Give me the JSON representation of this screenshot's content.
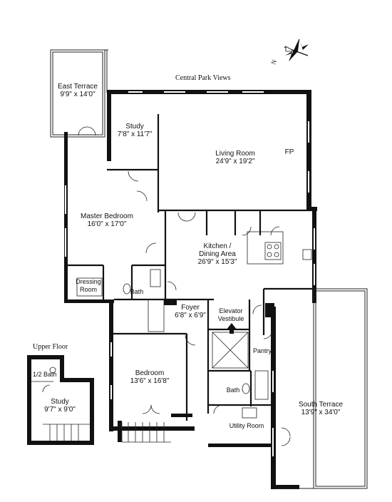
{
  "header": {
    "views_caption": "Central Park Views",
    "compass_letter": "N",
    "upper_floor_caption": "Upper Floor"
  },
  "rooms": {
    "east_terrace": {
      "name": "East Terrace",
      "dims": "9'9\" x 14'0\""
    },
    "study": {
      "name": "Study",
      "dims": "7'8\" x 11'7\""
    },
    "living_room": {
      "name": "Living Room",
      "dims": "24'9\" x 19'2\""
    },
    "master_bedroom": {
      "name": "Master Bedroom",
      "dims": "16'0\" x 17'0\""
    },
    "kitchen": {
      "name": "Kitchen /",
      "name2": "Dining Area",
      "dims": "26'9\" x 15'3\""
    },
    "dressing_room": {
      "name": "Dressing",
      "name2": "Room"
    },
    "bath_master": {
      "name": "Bath"
    },
    "foyer": {
      "name": "Foyer",
      "dims": "6'8\" x 6'9\""
    },
    "elevator_vestibule": {
      "name": "Elevator",
      "name2": "Vestibule"
    },
    "pantry": {
      "name": "Pantry"
    },
    "bedroom": {
      "name": "Bedroom",
      "dims": "13'6\" x 16'8\""
    },
    "bath_second": {
      "name": "Bath"
    },
    "utility_room": {
      "name": "Utility Room"
    },
    "south_terrace": {
      "name": "South Terrace",
      "dims": "13'9\" x 34'0\""
    },
    "fireplace": {
      "name": "FP"
    },
    "upper_half_bath": {
      "name": "1/2 Bath"
    },
    "upper_study": {
      "name": "Study",
      "dims": "9'7\" x 9'0\""
    }
  },
  "colors": {
    "wall": "#111111",
    "line": "#222222",
    "background": "#ffffff"
  }
}
